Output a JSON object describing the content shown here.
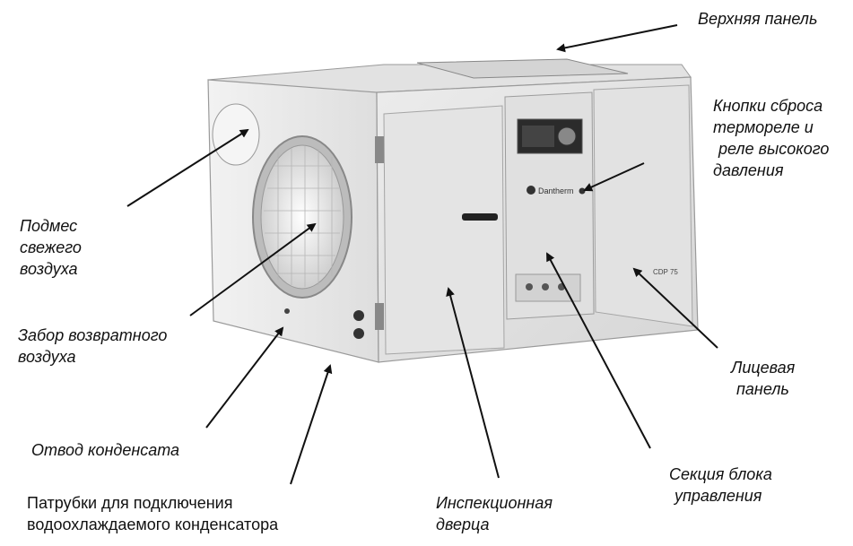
{
  "labels": {
    "top_panel": "Верхняя панель",
    "reset_buttons": [
      "Кнопки сброса",
      "термореле и",
      "реле высокого",
      "давления"
    ],
    "fresh_air": [
      "Подмес",
      "свежего",
      "воздуха"
    ],
    "return_air": [
      "Забор возвратного",
      "воздуха"
    ],
    "front_panel": [
      "Лицевая",
      "панель"
    ],
    "condensate": "Отвод конденсата",
    "pipes": [
      "Патрубки для подключения",
      "водоохлаждаемого конденсатора"
    ],
    "door": [
      "Инспекционная",
      "дверца"
    ],
    "control_section": [
      "Секция блока",
      "управления"
    ]
  },
  "device": {
    "brand_text": "Dantherm",
    "model_text": "CDP 75"
  },
  "colors": {
    "body_light": "#eeeeee",
    "body_mid": "#d9d9d9",
    "body_dark": "#bdbdbd",
    "outline": "#9a9a9a",
    "arrow": "#111111"
  }
}
